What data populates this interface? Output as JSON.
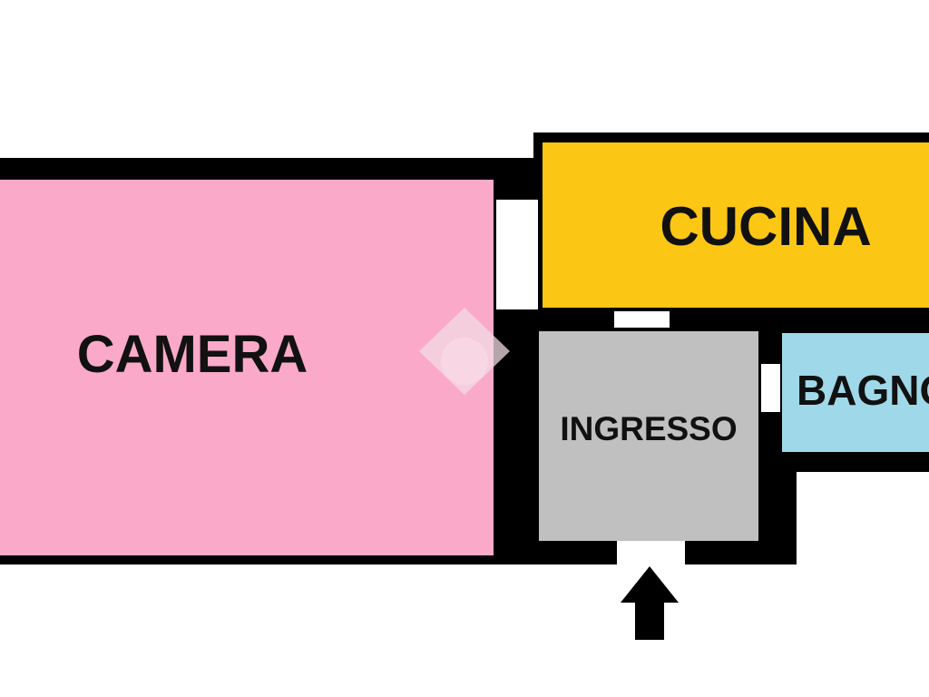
{
  "colors": {
    "wall": "#000000",
    "background": "#ffffff",
    "camera": "#fba9c9",
    "cucina": "#fcc614",
    "ingresso": "#c0c0c0",
    "bagno": "#9fd9e9",
    "opening": "#ffffff",
    "watermark": "#f3dbe4"
  },
  "rooms": {
    "camera": {
      "label": "CAMERA"
    },
    "cucina": {
      "label": "CUCINA"
    },
    "ingresso": {
      "label": "INGRESSO"
    },
    "bagno": {
      "label": "BAGNO"
    }
  },
  "entrance": {
    "icon": "arrow-up-icon"
  },
  "watermark": {
    "icon": "house-logo-icon"
  }
}
